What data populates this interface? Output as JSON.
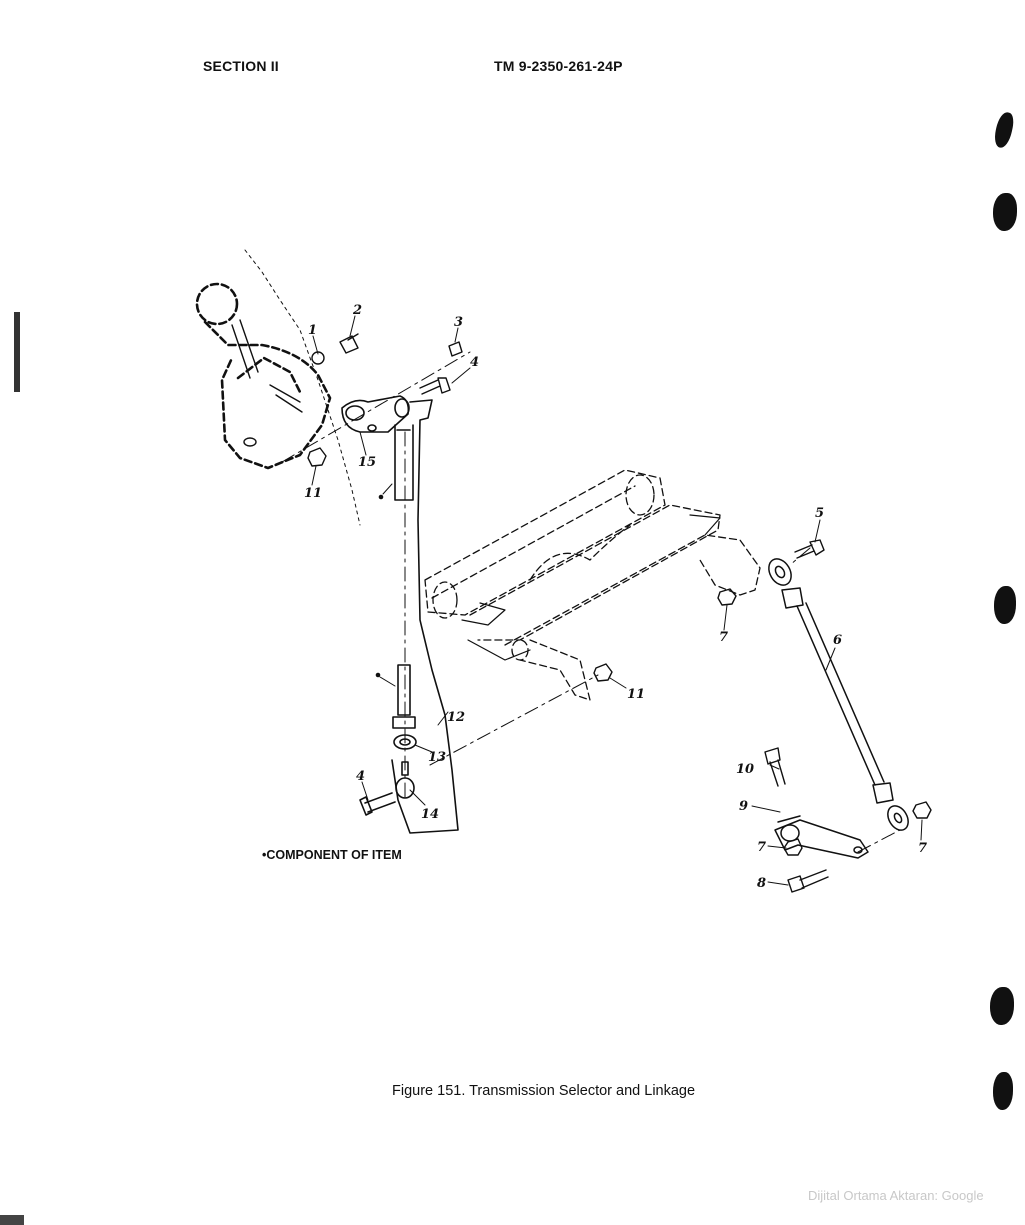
{
  "header": {
    "section": "SECTION II",
    "manual_number": "TM 9-2350-261-24P"
  },
  "figure": {
    "callouts": {
      "c1": "1",
      "c2": "2",
      "c3": "3",
      "c4a": "4",
      "c4b": "4",
      "c5": "5",
      "c6": "6",
      "c7a": "7",
      "c7b": "7",
      "c7c": "7",
      "c8": "8",
      "c9": "9",
      "c10": "10",
      "c11a": "11",
      "c11b": "11",
      "c12": "12",
      "c13": "13",
      "c14": "14",
      "c15": "15"
    },
    "note": "•COMPONENT OF ITEM",
    "caption": "Figure 151.  Transmission Selector and Linkage"
  },
  "watermark": "Dijital Ortama Aktaran: Google"
}
